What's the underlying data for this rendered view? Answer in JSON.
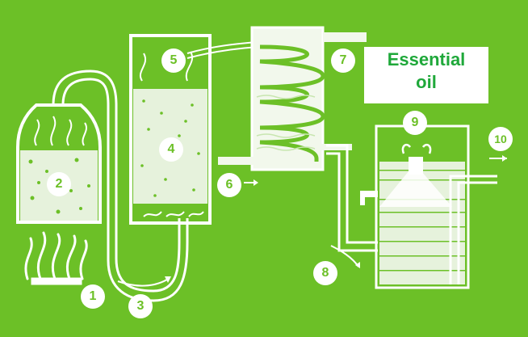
{
  "diagram": {
    "callout": {
      "text_line1": "Essential",
      "text_line2": "oil"
    },
    "markers": [
      "1",
      "2",
      "3",
      "4",
      "5",
      "6",
      "7",
      "8",
      "9",
      "10"
    ],
    "colors": {
      "background": "#6cc027",
      "line": "#ffffff",
      "callout_text": "#1fa83a"
    }
  }
}
